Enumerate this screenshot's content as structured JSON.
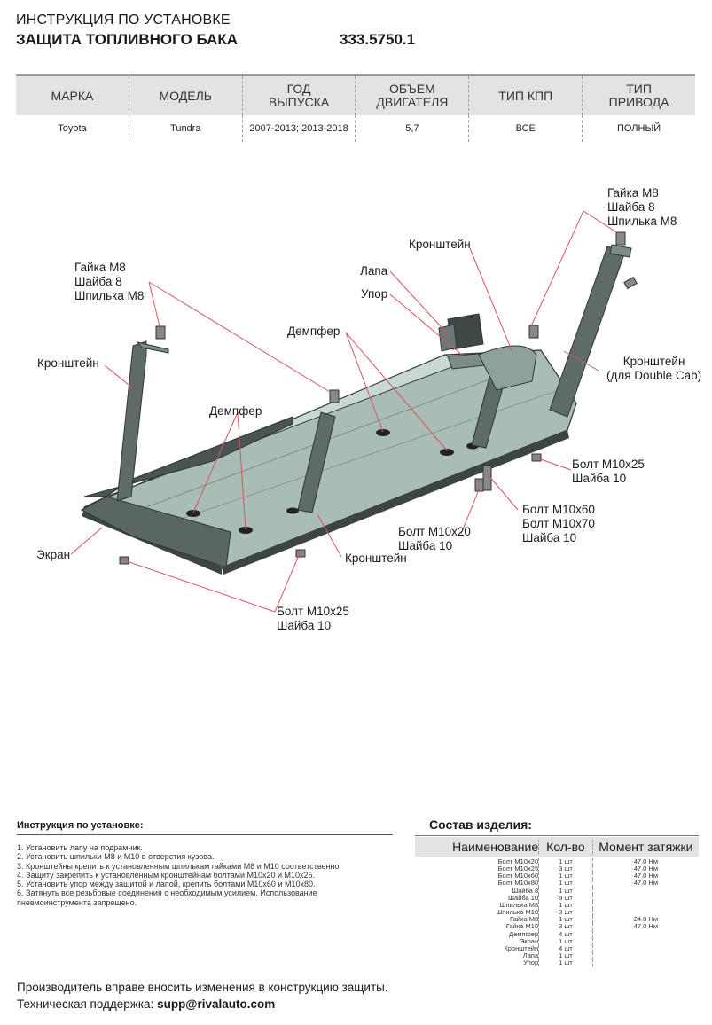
{
  "header": {
    "line1": "ИНСТРУКЦИЯ ПО УСТАНОВКЕ",
    "line2": "ЗАЩИТА ТОПЛИВНОГО БАКА",
    "part_number": "333.5750.1"
  },
  "spec_table": {
    "headers": [
      "МАРКА",
      "МОДЕЛЬ",
      "ГОД\nВЫПУСКА",
      "ОБЪЕМ\nДВИГАТЕЛЯ",
      "ТИП КПП",
      "ТИП\nПРИВОДА"
    ],
    "values": [
      "Toyota",
      "Tundra",
      "2007-2013; 2013-2018",
      "5,7",
      "ВСЕ",
      "ПОЛНЫЙ"
    ]
  },
  "diagram_labels": {
    "nut_top_right": "Гайка М8\nШайба 8\nШпилька М8",
    "nut_top_left": "Гайка М8\nШайба 8\nШпилька М8",
    "bracket_top": "Кронштейн",
    "paw": "Лапа",
    "stop": "Упор",
    "damper_mid": "Демпфер",
    "damper_left": "Демпфер",
    "bracket_left": "Кронштейн",
    "bracket_double_cab": "Кронштейн\n(для Double Cab)",
    "bolt_m10x25_right": "Болт М10х25\nШайба 10",
    "bolt_m10x60": "Болт М10х60\nБолт М10х70\nШайба 10",
    "bolt_m10x20": "Болт М10х20\nШайба 10",
    "screen": "Экран",
    "bracket_bottom": "Кронштейн",
    "bolt_m10x25_bottom": "Болт М10х25\nШайба 10"
  },
  "instructions": {
    "title": "Инструкция по установке:",
    "steps": [
      "1. Установить лапу на подрамник.",
      "2. Установить шпильки М8 и М10 в отверстия кузова.",
      "3. Кронштейны крепить к установленным шпилькам гайками М8 и М10 соответственно.",
      "4. Защиту закрепить к установленным кронштейнам болтами М10х20 и М10х25.",
      "5. Установить упор между защитой и лапой, крепить болтами М10х60 и М10х80.",
      "6. Затянуть все резьбовые соединения с необходимым усилием. Использование",
      "пневмоинструмента запрещено."
    ]
  },
  "composition": {
    "title": "Состав изделия:",
    "col_name": "Наименование",
    "col_qty": "Кол-во",
    "col_torque": "Момент затяжки",
    "rows": [
      {
        "name": "Болт М10х20",
        "qty": "1 шт",
        "torque": "47.0 Нм"
      },
      {
        "name": "Болт М10х25",
        "qty": "3 шт",
        "torque": "47.0 Нм"
      },
      {
        "name": "Болт М10х60",
        "qty": "1 шт",
        "torque": "47.0 Нм"
      },
      {
        "name": "Болт М10х80",
        "qty": "1 шт",
        "torque": "47.0 Нм"
      },
      {
        "name": "Шайба 8",
        "qty": "1 шт",
        "torque": ""
      },
      {
        "name": "Шайба 10",
        "qty": "9 шт",
        "torque": ""
      },
      {
        "name": "Шпилька М8",
        "qty": "1 шт",
        "torque": ""
      },
      {
        "name": "Шпилька М10",
        "qty": "3 шт",
        "torque": ""
      },
      {
        "name": "Гайка М8",
        "qty": "1 шт",
        "torque": "24.0 Нм"
      },
      {
        "name": "Гайка М10",
        "qty": "3 шт",
        "torque": "47.0 Нм"
      },
      {
        "name": "Демпфер",
        "qty": "4 шт",
        "torque": ""
      },
      {
        "name": "Экран",
        "qty": "1 шт",
        "torque": ""
      },
      {
        "name": "Кронштейн",
        "qty": "4 шт",
        "torque": ""
      },
      {
        "name": "Лапа",
        "qty": "1 шт",
        "torque": ""
      },
      {
        "name": "Упор",
        "qty": "1 шт",
        "torque": ""
      }
    ]
  },
  "footer": {
    "line1": "Производитель вправе вносить изменения в конструкцию защиты.",
    "support_label": "Техническая поддержка:",
    "support_email": "supp@rivalauto.com"
  },
  "colors": {
    "plate": "#a9bcb6",
    "plate_dark": "#3c4543",
    "bracket": "#5f6b68",
    "table_header_bg": "#e3e3e3"
  }
}
